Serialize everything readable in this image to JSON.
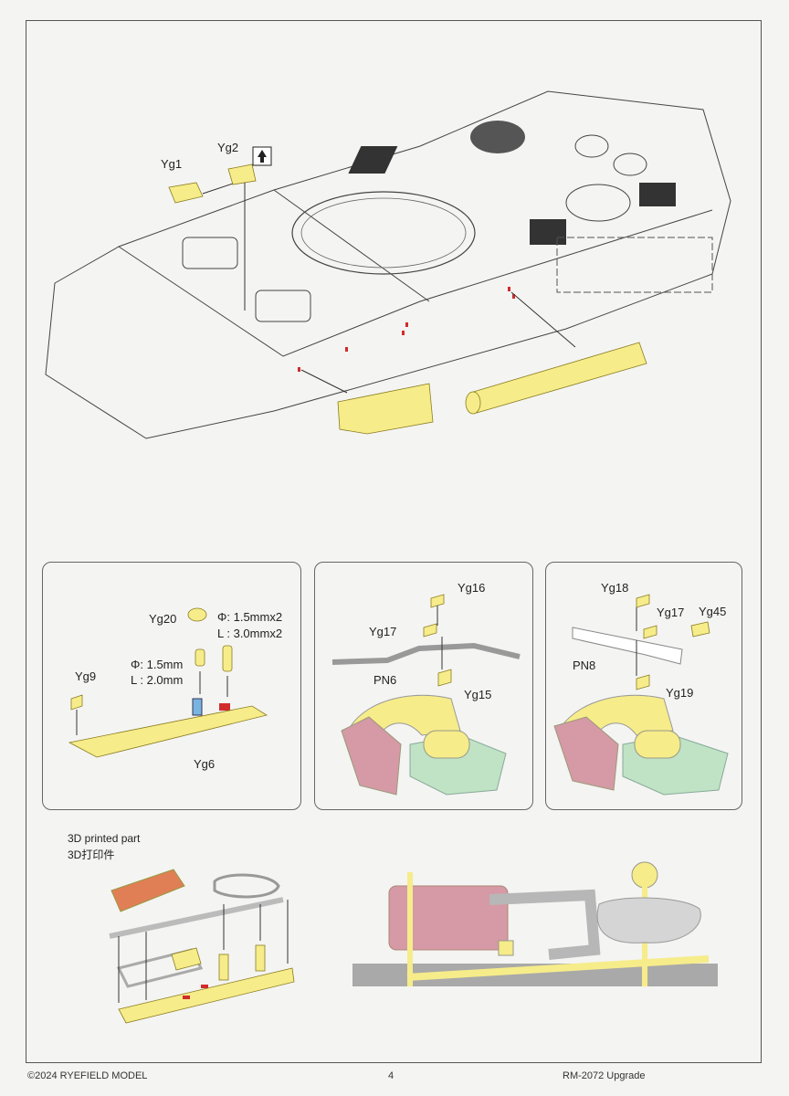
{
  "main": {
    "parts": {
      "yg1": "Yg1",
      "yg2": "Yg2"
    }
  },
  "panel1": {
    "yg20": "Yg20",
    "dim_a_diameter": "Φ: 1.5mmx2",
    "dim_a_length": "L : 3.0mmx2",
    "dim_b_diameter": "Φ: 1.5mm",
    "dim_b_length": "L : 2.0mm",
    "yg9": "Yg9",
    "yg6": "Yg6"
  },
  "panel2": {
    "yg16": "Yg16",
    "yg17": "Yg17",
    "pn6": "PN6",
    "yg15": "Yg15"
  },
  "panel3": {
    "yg18": "Yg18",
    "yg17": "Yg17",
    "yg45": "Yg45",
    "pn8": "PN8",
    "yg19": "Yg19"
  },
  "bottom": {
    "note_en": "3D printed part",
    "note_zh": "3D打印件"
  },
  "footer": {
    "copyright": "©2024 RYEFIELD MODEL",
    "page_number": "4",
    "product_code": "RM-2072 Upgrade"
  },
  "colors": {
    "part_yellow": "#f6ec8a",
    "part_pink": "#d59aa6",
    "part_green": "#bfe3c4",
    "part_grey": "#c8c8c8",
    "printed_orange": "#e07f55",
    "marker_red": "#d22b2b"
  },
  "icons": {
    "direction_icon": "arrow-up-in-box-icon"
  }
}
